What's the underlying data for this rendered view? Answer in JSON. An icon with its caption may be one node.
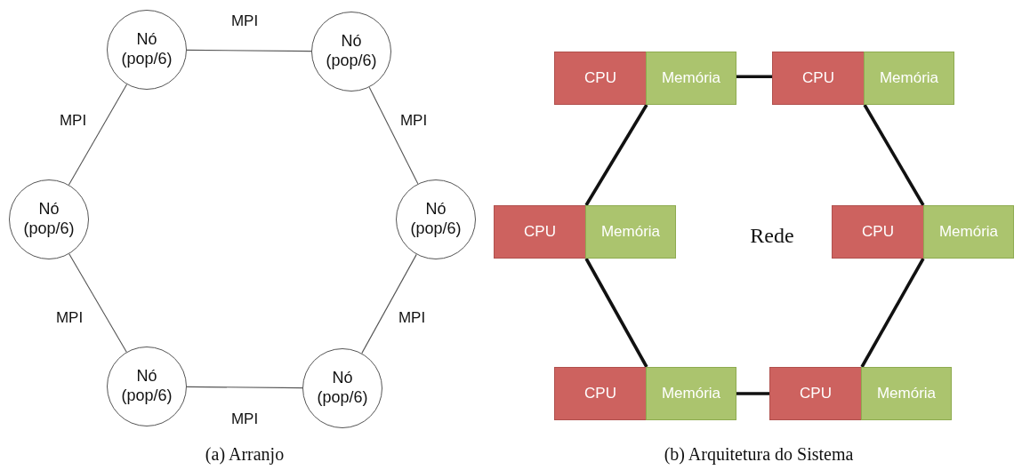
{
  "diagram": {
    "nodes": [
      {
        "text": [
          "Nó (pop/6)"
        ]
      },
      {
        "text": [
          "Nó (pop/6)"
        ]
      },
      {
        "text": [
          "Nó (pop/6)"
        ]
      },
      {
        "text": [
          "Nó (pop/6)"
        ]
      },
      {
        "text": [
          "Nó (pop/6)"
        ]
      },
      {
        "text": [
          "Nó (pop/6)"
        ]
      },
      {
        "text": [
          "CPU"
        ]
      },
      {
        "text": [
          "Memória"
        ]
      },
      {
        "text": [
          "CPU"
        ]
      },
      {
        "text": [
          "Memória"
        ]
      },
      {
        "text": [
          "CPU"
        ]
      },
      {
        "text": [
          "Memória"
        ]
      },
      {
        "text": [
          "CPU"
        ]
      },
      {
        "text": [
          "Memória"
        ]
      },
      {
        "text": [
          "CPU"
        ]
      },
      {
        "text": [
          "Memória"
        ]
      },
      {
        "text": [
          "CPU"
        ]
      },
      {
        "text": [
          "Memória"
        ]
      }
    ],
    "edges": [
      {
        "from": 0,
        "to": 1,
        "arrow": "none",
        "label": "MPI"
      },
      {
        "from": 0,
        "to": 2,
        "arrow": "none",
        "label": "MPI"
      },
      {
        "from": 1,
        "to": 3,
        "arrow": "none",
        "label": "MPI"
      },
      {
        "from": 2,
        "to": 4,
        "arrow": "none",
        "label": "MPI"
      },
      {
        "from": 3,
        "to": 5,
        "arrow": "none",
        "label": "MPI"
      },
      {
        "from": 4,
        "to": 5,
        "arrow": "none",
        "label": "MPI"
      },
      {
        "from": 7,
        "to": 8,
        "arrow": "none",
        "style": "thick"
      },
      {
        "from": 6,
        "to": 10,
        "arrow": "none",
        "style": "thick"
      },
      {
        "from": 8,
        "to": 13,
        "arrow": "none",
        "style": "thick"
      },
      {
        "from": 10,
        "to": 14,
        "arrow": "none",
        "style": "thick"
      },
      {
        "from": 13,
        "to": 16,
        "arrow": "none",
        "style": "thick"
      },
      {
        "from": 15,
        "to": 16,
        "arrow": "none",
        "style": "thick"
      }
    ],
    "labels": [
      "Rede",
      "(a) Arranjo",
      "(b) Arquitetura do Sistema"
    ]
  }
}
